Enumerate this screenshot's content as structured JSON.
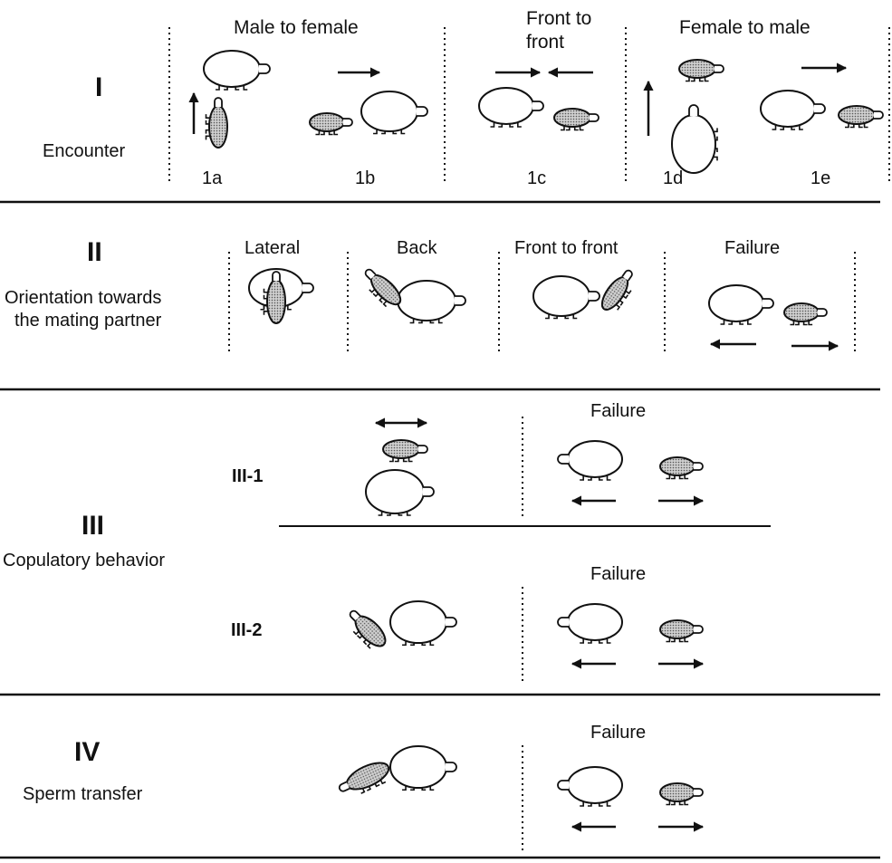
{
  "stages": {
    "I": {
      "numeral": "I",
      "name": "Encounter",
      "groups": {
        "m2f": "Male to female",
        "f2f_line1": "Front to",
        "f2f_line2": "front",
        "f2m": "Female to male"
      },
      "labels": [
        "1a",
        "1b",
        "1c",
        "1d",
        "1e"
      ]
    },
    "II": {
      "numeral": "II",
      "name_line1": "Orientation towards",
      "name_line2": "the mating partner",
      "cols": [
        "Lateral",
        "Back",
        "Front to front",
        "Failure"
      ]
    },
    "III": {
      "numeral": "III",
      "name": "Copulatory behavior",
      "sub1": "III-1",
      "sub2": "III-2",
      "failure": "Failure"
    },
    "IV": {
      "numeral": "IV",
      "name": "Sperm transfer",
      "failure": "Failure"
    }
  },
  "colors": {
    "ink": "#111111",
    "female_fill": "#ffffff",
    "male_fill": "#b9b9b9"
  },
  "icons": {
    "female": "female-mite-icon",
    "male": "male-mite-icon",
    "arrow": "arrow-icon"
  }
}
